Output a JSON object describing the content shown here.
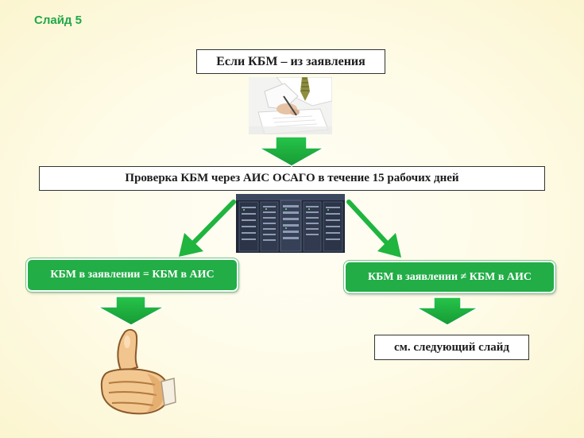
{
  "slide": {
    "label": "Слайд 5"
  },
  "top_box": {
    "text": "Если КБМ – из заявления"
  },
  "check_box": {
    "text": "Проверка КБМ через АИС ОСАГО в течение 15 рабочих дней"
  },
  "left_box": {
    "text": "КБМ в заявлении = КБМ в АИС"
  },
  "right_box": {
    "text": "КБМ в заявлении ≠ КБМ в АИС"
  },
  "next_box": {
    "text": "см. следующий слайд"
  },
  "images": {
    "top": "person-writing-image",
    "servers": "server-racks-image",
    "bottom_left": "thumbs-up-image"
  },
  "colors": {
    "green": "#22ad46",
    "arrow_green": "#1fb53f",
    "label_green": "#21a84a"
  }
}
